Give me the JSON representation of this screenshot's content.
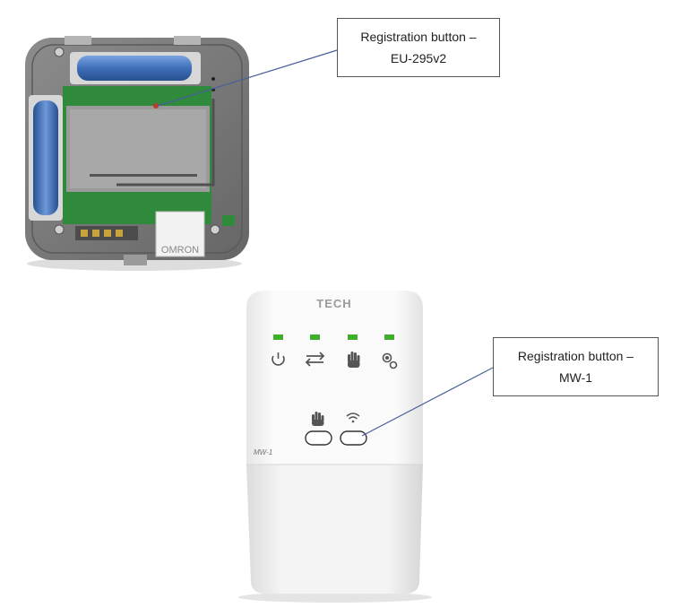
{
  "callouts": {
    "eu295": {
      "line1": "Registration button –",
      "line2": "EU-295v2"
    },
    "mw1": {
      "line1": "Registration button –",
      "line2": "MW-1"
    }
  },
  "device_eu295": {
    "relay_label": "OMRON"
  },
  "device_mw1": {
    "brand": "TECH",
    "model_label": "MW-1",
    "indicator_color": "#3fae2a",
    "top_icons": [
      "power-icon",
      "transfer-arrows-icon",
      "hand-icon",
      "gears-icon"
    ],
    "button_icons": [
      "hand-icon",
      "wifi-icon"
    ]
  },
  "colors": {
    "pcb_green": "#2f8a3c",
    "case_grey": "#7b7b7b",
    "battery_blue": "#3f6fb8",
    "leader_line": "#4a5f9a"
  }
}
